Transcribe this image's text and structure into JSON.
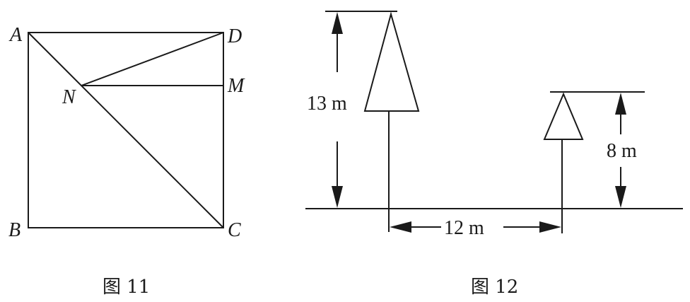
{
  "figure11": {
    "caption": "图 11",
    "labels": {
      "A": "A",
      "B": "B",
      "C": "C",
      "D": "D",
      "M": "M",
      "N": "N"
    }
  },
  "figure12": {
    "caption": "图 12",
    "tall_tree_height": "13 m",
    "short_tree_height": "8 m",
    "distance": "12 m"
  }
}
